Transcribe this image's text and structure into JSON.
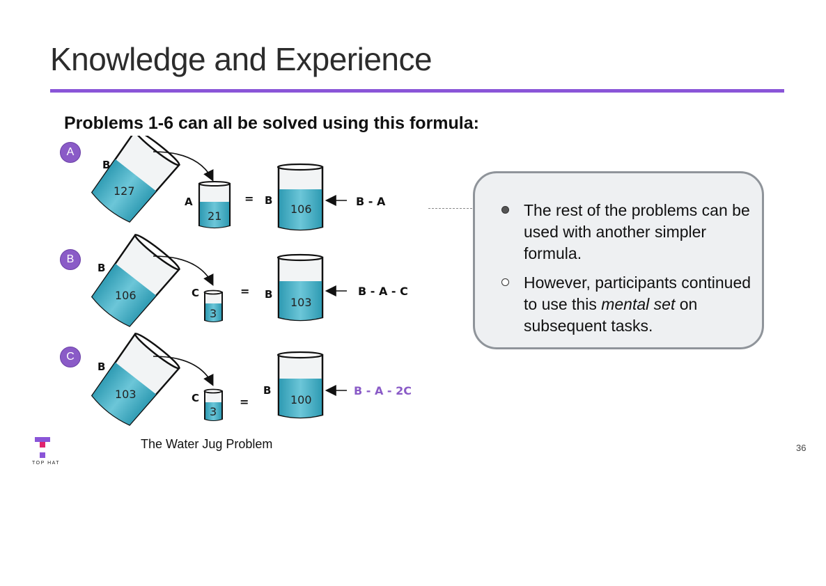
{
  "slide": {
    "title": "Knowledge and Experience",
    "subtitle": "Problems 1-6 can all be solved using this formula:",
    "caption": "The  Water Jug Problem",
    "page_number": "36",
    "logo_text": "TOP HAT"
  },
  "problems": [
    {
      "badge": "A",
      "big_jug_label": "B",
      "big_jug_value": "127",
      "small_jug_label": "A",
      "small_jug_value": "21",
      "equals": "=",
      "result_label": "B",
      "result_value": "106",
      "formula": "B - A"
    },
    {
      "badge": "B",
      "big_jug_label": "B",
      "big_jug_value": "106",
      "small_jug_label": "C",
      "small_jug_value": "3",
      "equals": "=",
      "result_label": "B",
      "result_value": "103",
      "formula": "B - A - C"
    },
    {
      "badge": "C",
      "big_jug_label": "B",
      "big_jug_value": "103",
      "small_jug_label": "C",
      "small_jug_value": "3",
      "equals": "=",
      "result_label": "B",
      "result_value": "100",
      "formula": "B - A - 2C"
    }
  ],
  "callout": {
    "bullet1": "The rest of the problems can be used with another simpler formula.",
    "bullet2_pre": "However, participants continued to use this ",
    "bullet2_em": "mental set",
    "bullet2_post": " on subsequent tasks."
  },
  "colors": {
    "accent": "#8a55d8",
    "formula_highlight": "#8a5bc7",
    "water": "#4fb3c8"
  }
}
